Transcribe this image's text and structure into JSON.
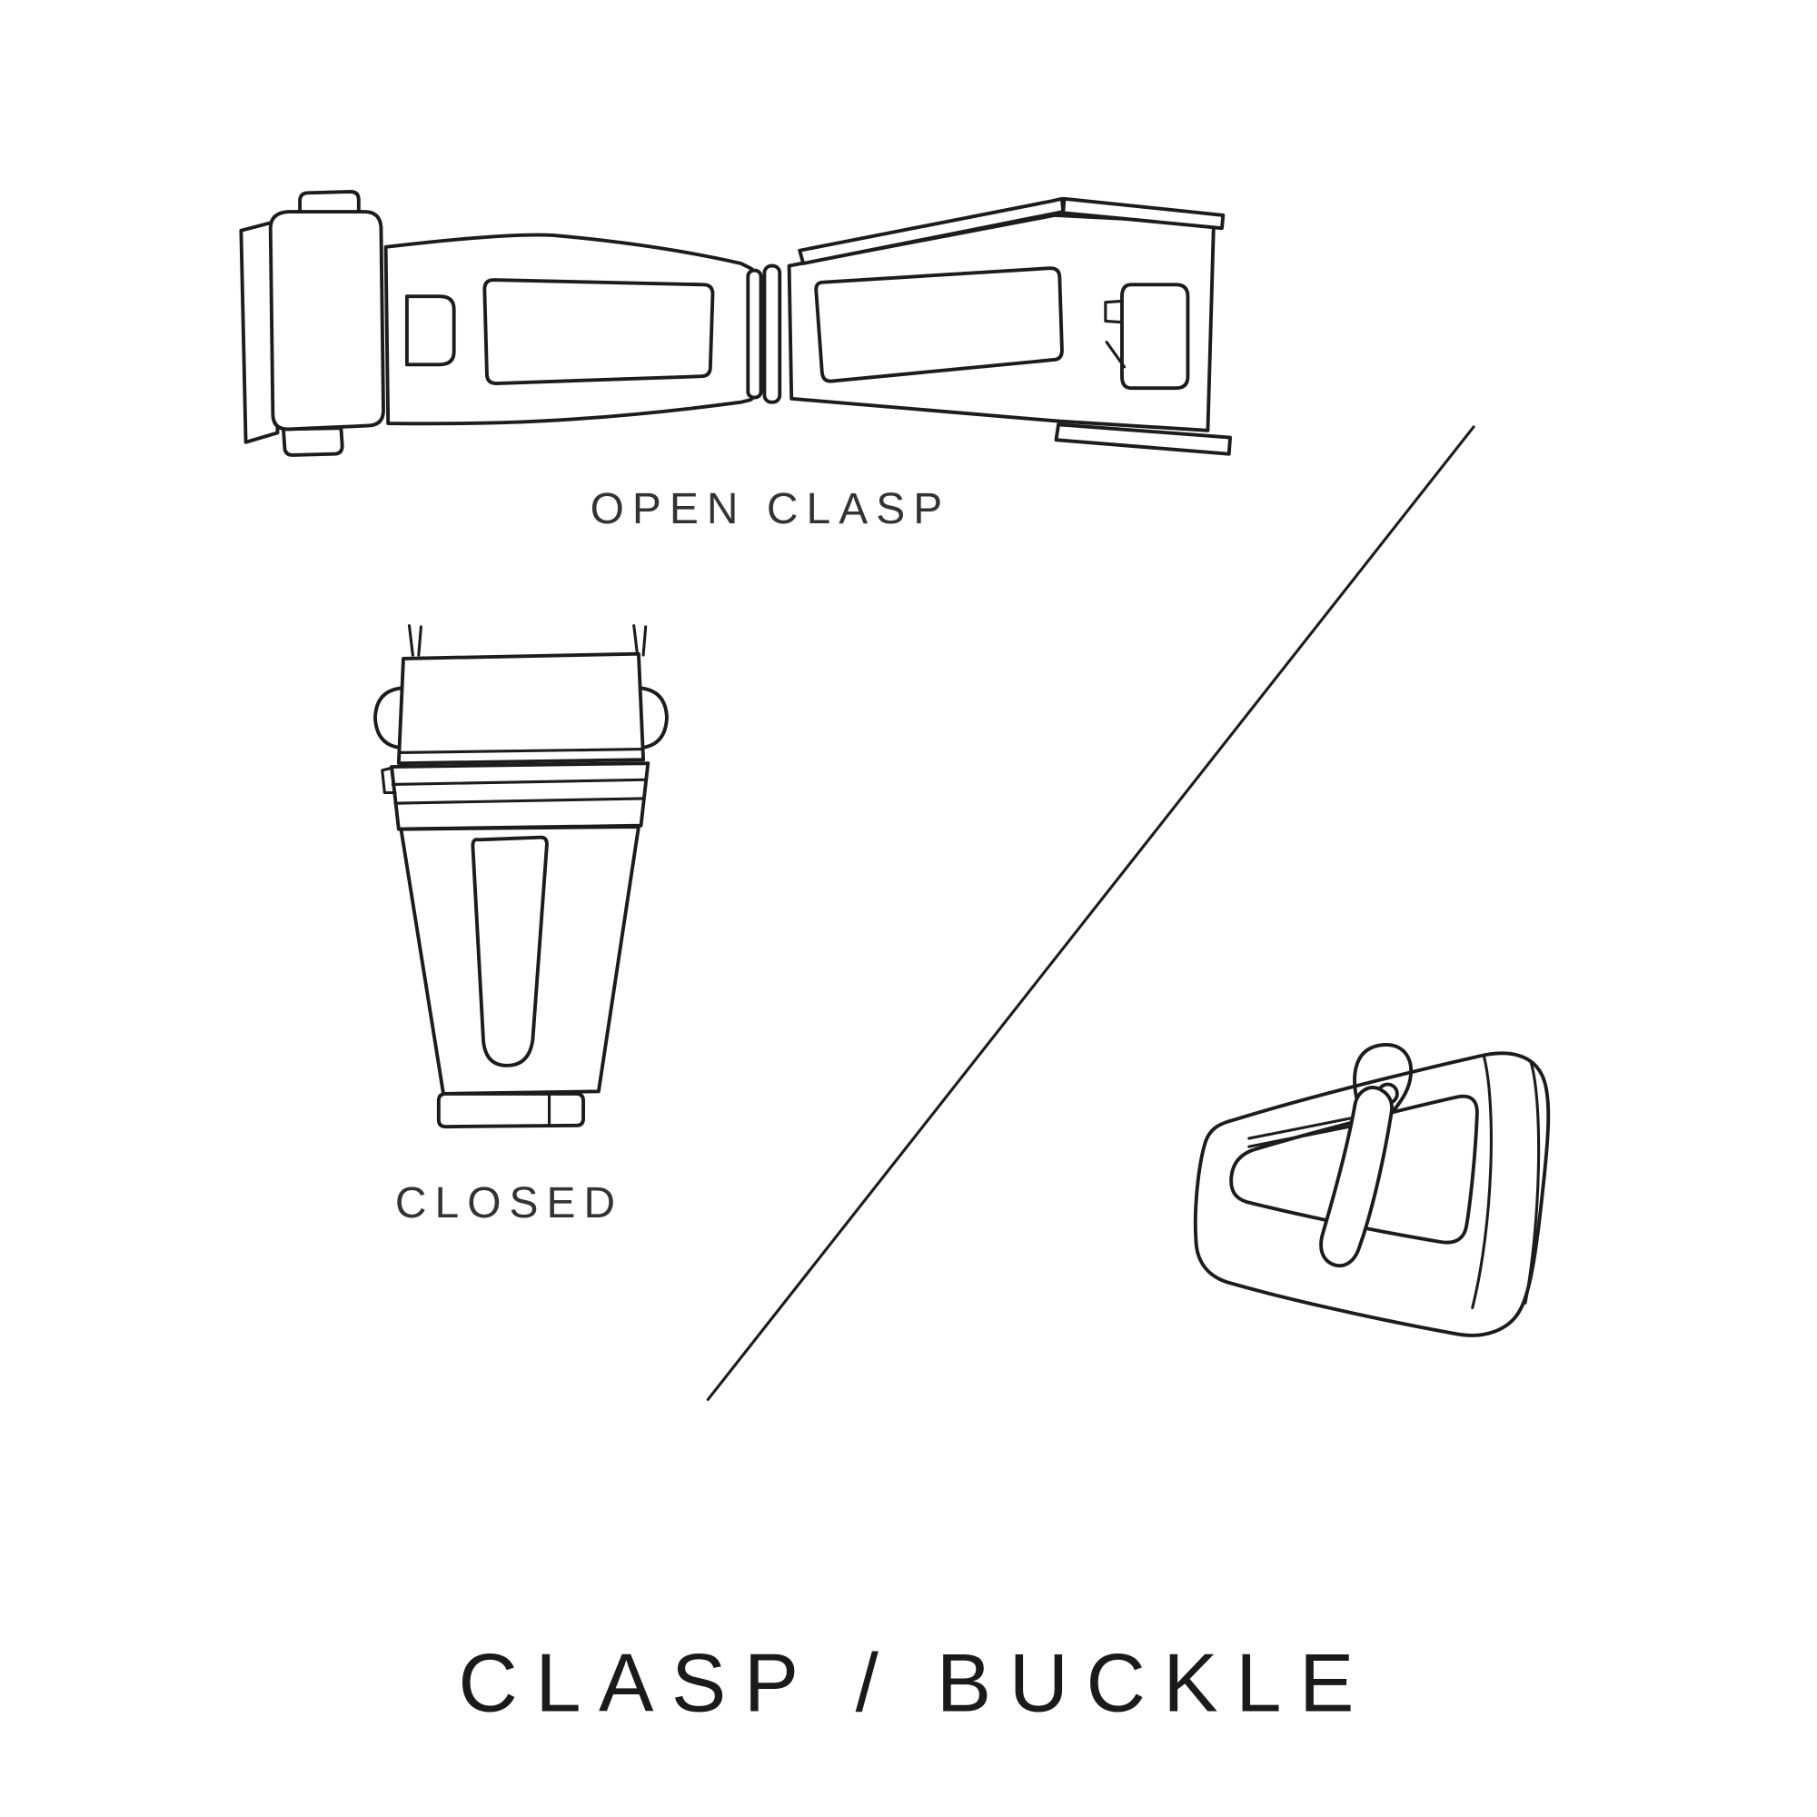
{
  "diagram": {
    "title": "CLASP / BUCKLE",
    "labels": {
      "open_clasp": "OPEN CLASP",
      "closed": "CLOSED"
    },
    "illustrations": [
      "open-clasp-illustration",
      "closed-clasp-illustration",
      "tang-buckle-illustration"
    ],
    "colors": {
      "background": "#ffffff",
      "line": "#1c1c1c",
      "label_text": "#333333",
      "title_text": "#1a1a1a"
    }
  }
}
